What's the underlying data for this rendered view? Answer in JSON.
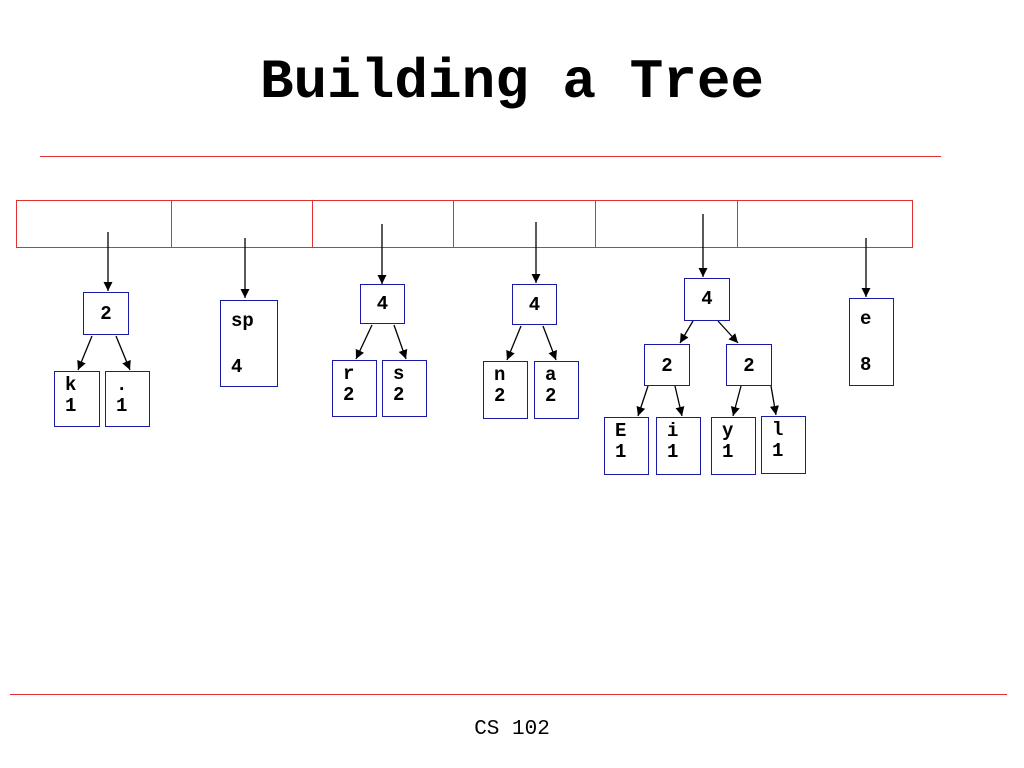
{
  "slide": {
    "title": "Building a Tree",
    "footer": "CS 102",
    "colors": {
      "rule": "#e03030",
      "node_border": "#1a1aa8",
      "text": "#000000"
    }
  },
  "queue": {
    "slots": 6
  },
  "nodes": {
    "n1": {
      "line1": "2",
      "line2": ""
    },
    "n1a": {
      "line1": "k",
      "line2": "1"
    },
    "n1b": {
      "line1": ".",
      "line2": "1"
    },
    "n2": {
      "line1": "sp",
      "line2": "4"
    },
    "n3": {
      "line1": "4",
      "line2": ""
    },
    "n3a": {
      "line1": "r",
      "line2": "2"
    },
    "n3b": {
      "line1": "s",
      "line2": "2"
    },
    "n4": {
      "line1": "4",
      "line2": ""
    },
    "n4a": {
      "line1": "n",
      "line2": "2"
    },
    "n4b": {
      "line1": "a",
      "line2": "2"
    },
    "n5": {
      "line1": "4",
      "line2": ""
    },
    "n5l": {
      "line1": "2",
      "line2": ""
    },
    "n5r": {
      "line1": "2",
      "line2": ""
    },
    "n5la": {
      "line1": "E",
      "line2": "1"
    },
    "n5lb": {
      "line1": "i",
      "line2": "1"
    },
    "n5ra": {
      "line1": "y",
      "line2": "1"
    },
    "n5rb": {
      "line1": "l",
      "line2": "1"
    },
    "n6": {
      "line1": "e",
      "line2": "8"
    }
  }
}
